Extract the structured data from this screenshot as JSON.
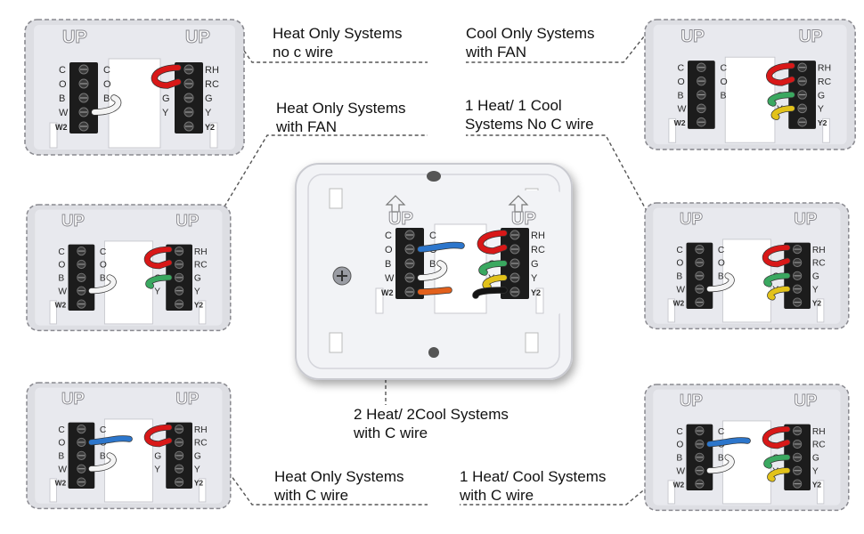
{
  "plate": {
    "up_label": "UP",
    "left_terminals": [
      "C",
      "O",
      "B",
      "W",
      "W2"
    ],
    "left_side_labels": [
      "C",
      "O",
      "B"
    ],
    "right_terminals": [
      "RH",
      "RC",
      "G",
      "Y",
      "Y2"
    ],
    "right_side_labels": [
      "RH",
      "RC",
      "G",
      "Y"
    ]
  },
  "captions": {
    "heat_only_no_c": [
      "Heat Only Systems",
      "no c wire"
    ],
    "cool_only_fan": [
      "Cool Only Systems",
      "with FAN"
    ],
    "heat_only_fan": [
      "Heat Only Systems",
      "with FAN"
    ],
    "one_heat_one_cool_no_c": [
      "1 Heat/ 1 Cool",
      "Systems No C wire"
    ],
    "two_heat_two_cool_c": [
      "2 Heat/ 2Cool Systems",
      "with C wire"
    ],
    "heat_only_c": [
      "Heat Only Systems",
      "with C wire"
    ],
    "one_heat_cool_c": [
      "1 Heat/  Cool Systems",
      "with C wire"
    ]
  },
  "colors": {
    "plate": "#e6e7ec",
    "terminal_block": "#1c1c1c",
    "wire_red": "#d81818",
    "wire_green": "#3aa860",
    "wire_yellow": "#e2c21a",
    "wire_blue": "#2c76cc",
    "wire_white": "#f4f4f4",
    "wire_black": "#141414",
    "wire_orange": "#e2601c",
    "copper": "#c87a3c",
    "callout_line": "#555555"
  },
  "panels": [
    {
      "id": "heat-only-no-c",
      "wires": {
        "rh_rc": true,
        "o_blue": false,
        "g": false,
        "y": false,
        "w_white": true,
        "c_black": false,
        "w2_orange": false
      }
    },
    {
      "id": "cool-only-fan",
      "wires": {
        "rh_rc": true,
        "o_blue": false,
        "g": true,
        "y": true,
        "w_white": false,
        "c_black": false,
        "w2_orange": false
      }
    },
    {
      "id": "heat-only-fan",
      "wires": {
        "rh_rc": true,
        "o_blue": false,
        "g": true,
        "y": false,
        "w_white": true,
        "c_black": false,
        "w2_orange": false
      }
    },
    {
      "id": "one-heat-one-cool-no-c",
      "wires": {
        "rh_rc": true,
        "o_blue": false,
        "g": true,
        "y": true,
        "w_white": true,
        "c_black": false,
        "w2_orange": false
      }
    },
    {
      "id": "heat-only-c",
      "wires": {
        "rh_rc": true,
        "o_blue": true,
        "g": false,
        "y": false,
        "w_white": true,
        "c_black": false,
        "w2_orange": false
      }
    },
    {
      "id": "one-heat-cool-c",
      "wires": {
        "rh_rc": true,
        "o_blue": true,
        "g": true,
        "y": true,
        "w_white": true,
        "c_black": false,
        "w2_orange": false
      }
    },
    {
      "id": "two-heat-two-cool-c",
      "wires": {
        "rh_rc": true,
        "o_blue": true,
        "g": true,
        "y": true,
        "w_white": true,
        "c_black": true,
        "w2_orange": true
      }
    }
  ]
}
